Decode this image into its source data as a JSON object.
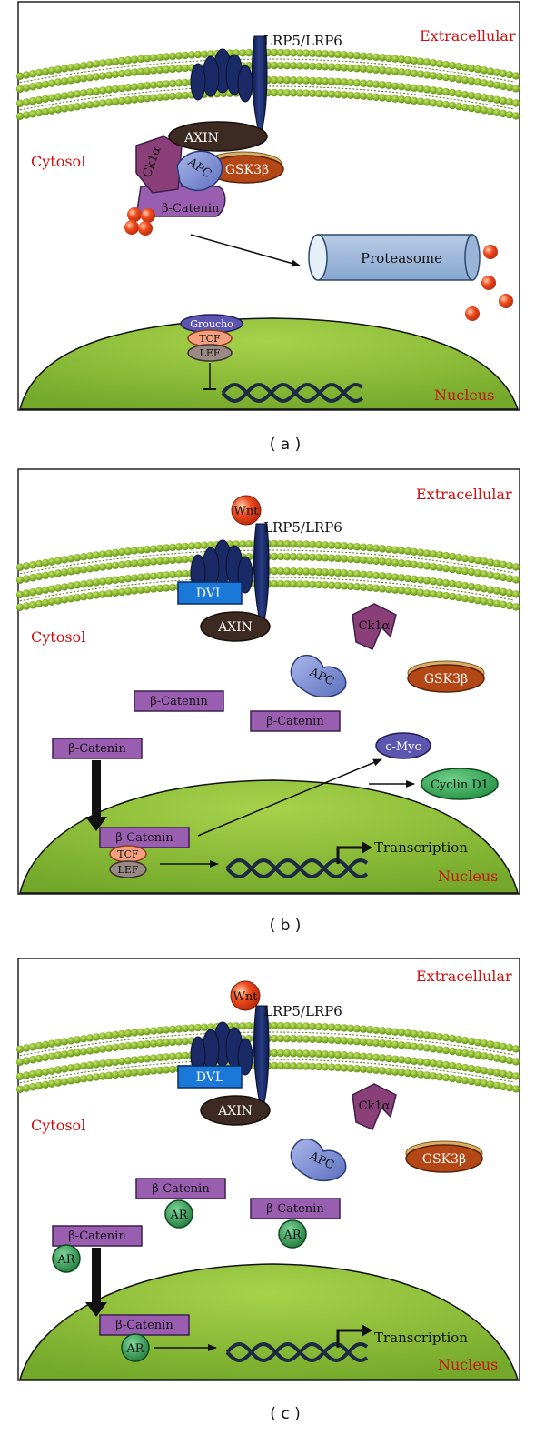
{
  "panels": [
    {
      "caption": "( a )",
      "extracellular": "Extracellular",
      "cytosol": "Cytosol",
      "nucleus": "Nucleus",
      "receptor": "LRP5/LRP6",
      "axin": "AXIN",
      "ck1a": "Ck1α",
      "apc": "APC",
      "gsk3b": "GSK3β",
      "bcatenin": "β-Catenin",
      "proteasome": "Proteasome",
      "groucho": "Groucho",
      "tcf": "TCF",
      "lef": "LEF"
    },
    {
      "caption": "( b )",
      "extracellular": "Extracellular",
      "cytosol": "Cytosol",
      "nucleus": "Nucleus",
      "receptor": "LRP5/LRP6",
      "wnt": "Wnt",
      "dvl": "DVL",
      "axin": "AXIN",
      "ck1a": "Ck1α",
      "apc": "APC",
      "gsk3b": "GSK3β",
      "bcatenin": "β-Catenin",
      "cmyc": "c-Myc",
      "cyclin": "Cyclin D1",
      "tcf": "TCF",
      "lef": "LEF",
      "transcription": "Transcription"
    },
    {
      "caption": "( c )",
      "extracellular": "Extracellular",
      "cytosol": "Cytosol",
      "nucleus": "Nucleus",
      "receptor": "LRP5/LRP6",
      "wnt": "Wnt",
      "dvl": "DVL",
      "axin": "AXIN",
      "ck1a": "Ck1α",
      "apc": "APC",
      "gsk3b": "GSK3β",
      "bcatenin": "β-Catenin",
      "ar": "AR",
      "transcription": "Transcription"
    }
  ]
}
